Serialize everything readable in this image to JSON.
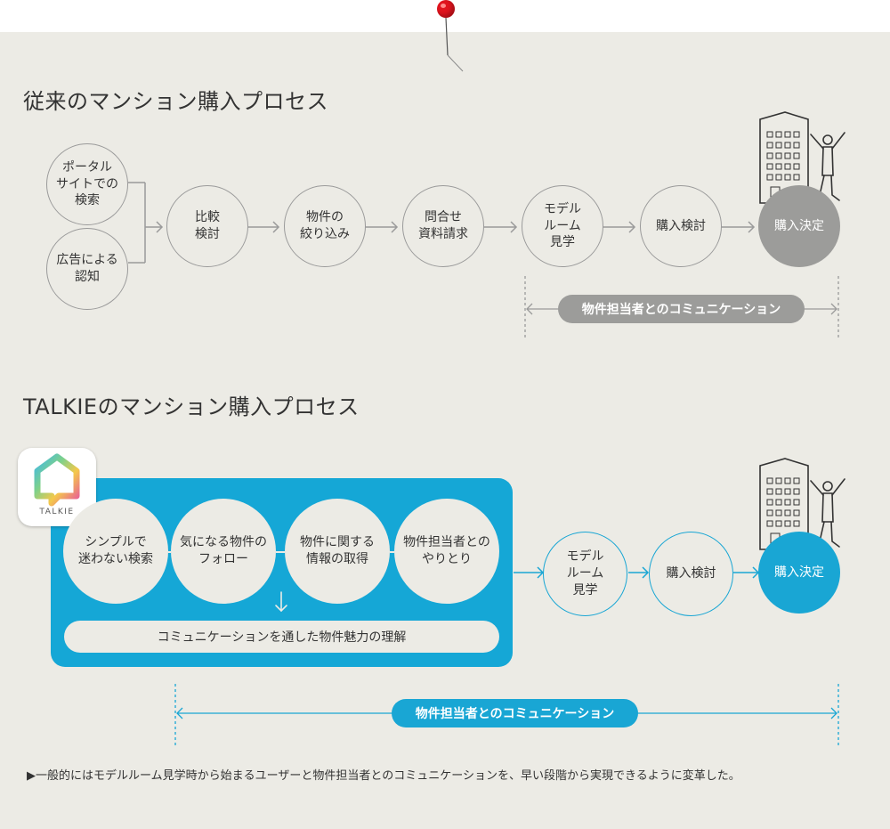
{
  "traditional": {
    "title": "従来のマンション購入プロセス",
    "nodes": {
      "portal": "ポータル\nサイトでの\n検索",
      "ad": "広告による\n認知",
      "compare": "比較\n検討",
      "narrow": "物件の\n絞り込み",
      "inquiry": "問合せ\n資料請求",
      "model": "モデル\nルーム\n見学",
      "consider": "購入検討",
      "decision": "購入決定"
    },
    "communication": "物件担当者とのコミュニケーション"
  },
  "talkie": {
    "title": "TALKIEのマンション購入プロセス",
    "app_name": "TALKIE",
    "inner_nodes": {
      "search": "シンプルで\n迷わない検索",
      "follow": "気になる物件の\nフォロー",
      "info": "物件に関する\n情報の取得",
      "exchange": "物件担当者との\nやりとり"
    },
    "understanding": "コミュニケーションを通した物件魅力の理解",
    "nodes": {
      "model": "モデル\nルーム\n見学",
      "consider": "購入検討",
      "decision": "購入決定"
    },
    "communication": "物件担当者とのコミュニケーション"
  },
  "note": "▶一般的にはモデルルーム見学時から始まるユーザーと物件担当者とのコミュニケーションを、早い段階から実現できるように変革した。",
  "colors": {
    "accent": "#19a6d4",
    "grey": "#9c9c9a",
    "pin": "#e0141e",
    "board": "#ecebe5"
  },
  "icons": [
    "pushpin-icon",
    "building-icon",
    "person-cheering-icon",
    "talkie-app-icon",
    "arrow-right-icon",
    "arrow-down-icon"
  ]
}
